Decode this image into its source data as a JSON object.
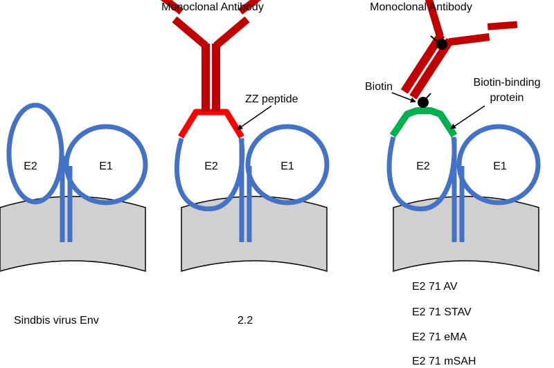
{
  "colors": {
    "protein": "#4472C4",
    "antibody": "#C00000",
    "zz_peptide": "#FF0000",
    "biotin_binding": "#00B050",
    "membrane": "#D0D0D0",
    "outline": "#000000"
  },
  "panels": [
    {
      "id": "wild-type",
      "e2_label": "E2",
      "e1_label": "E1",
      "caption": "Sindbis virus Env"
    },
    {
      "id": "zz",
      "e2_label": "E2",
      "e1_label": "E1",
      "antibody_label": "Monoclonal Antibody",
      "peptide_label": "ZZ peptide",
      "caption": "2.2"
    },
    {
      "id": "biotin",
      "e2_label": "E2",
      "e1_label": "E1",
      "antibody_label": "Monoclonal Antibody",
      "biotin_label": "Biotin",
      "binding_label_line1": "Biotin-binding",
      "binding_label_line2": "protein",
      "variants": [
        "E2 71 AV",
        "E2 71 STAV",
        "E2 71 eMA",
        "E2 71 mSAH"
      ]
    }
  ]
}
